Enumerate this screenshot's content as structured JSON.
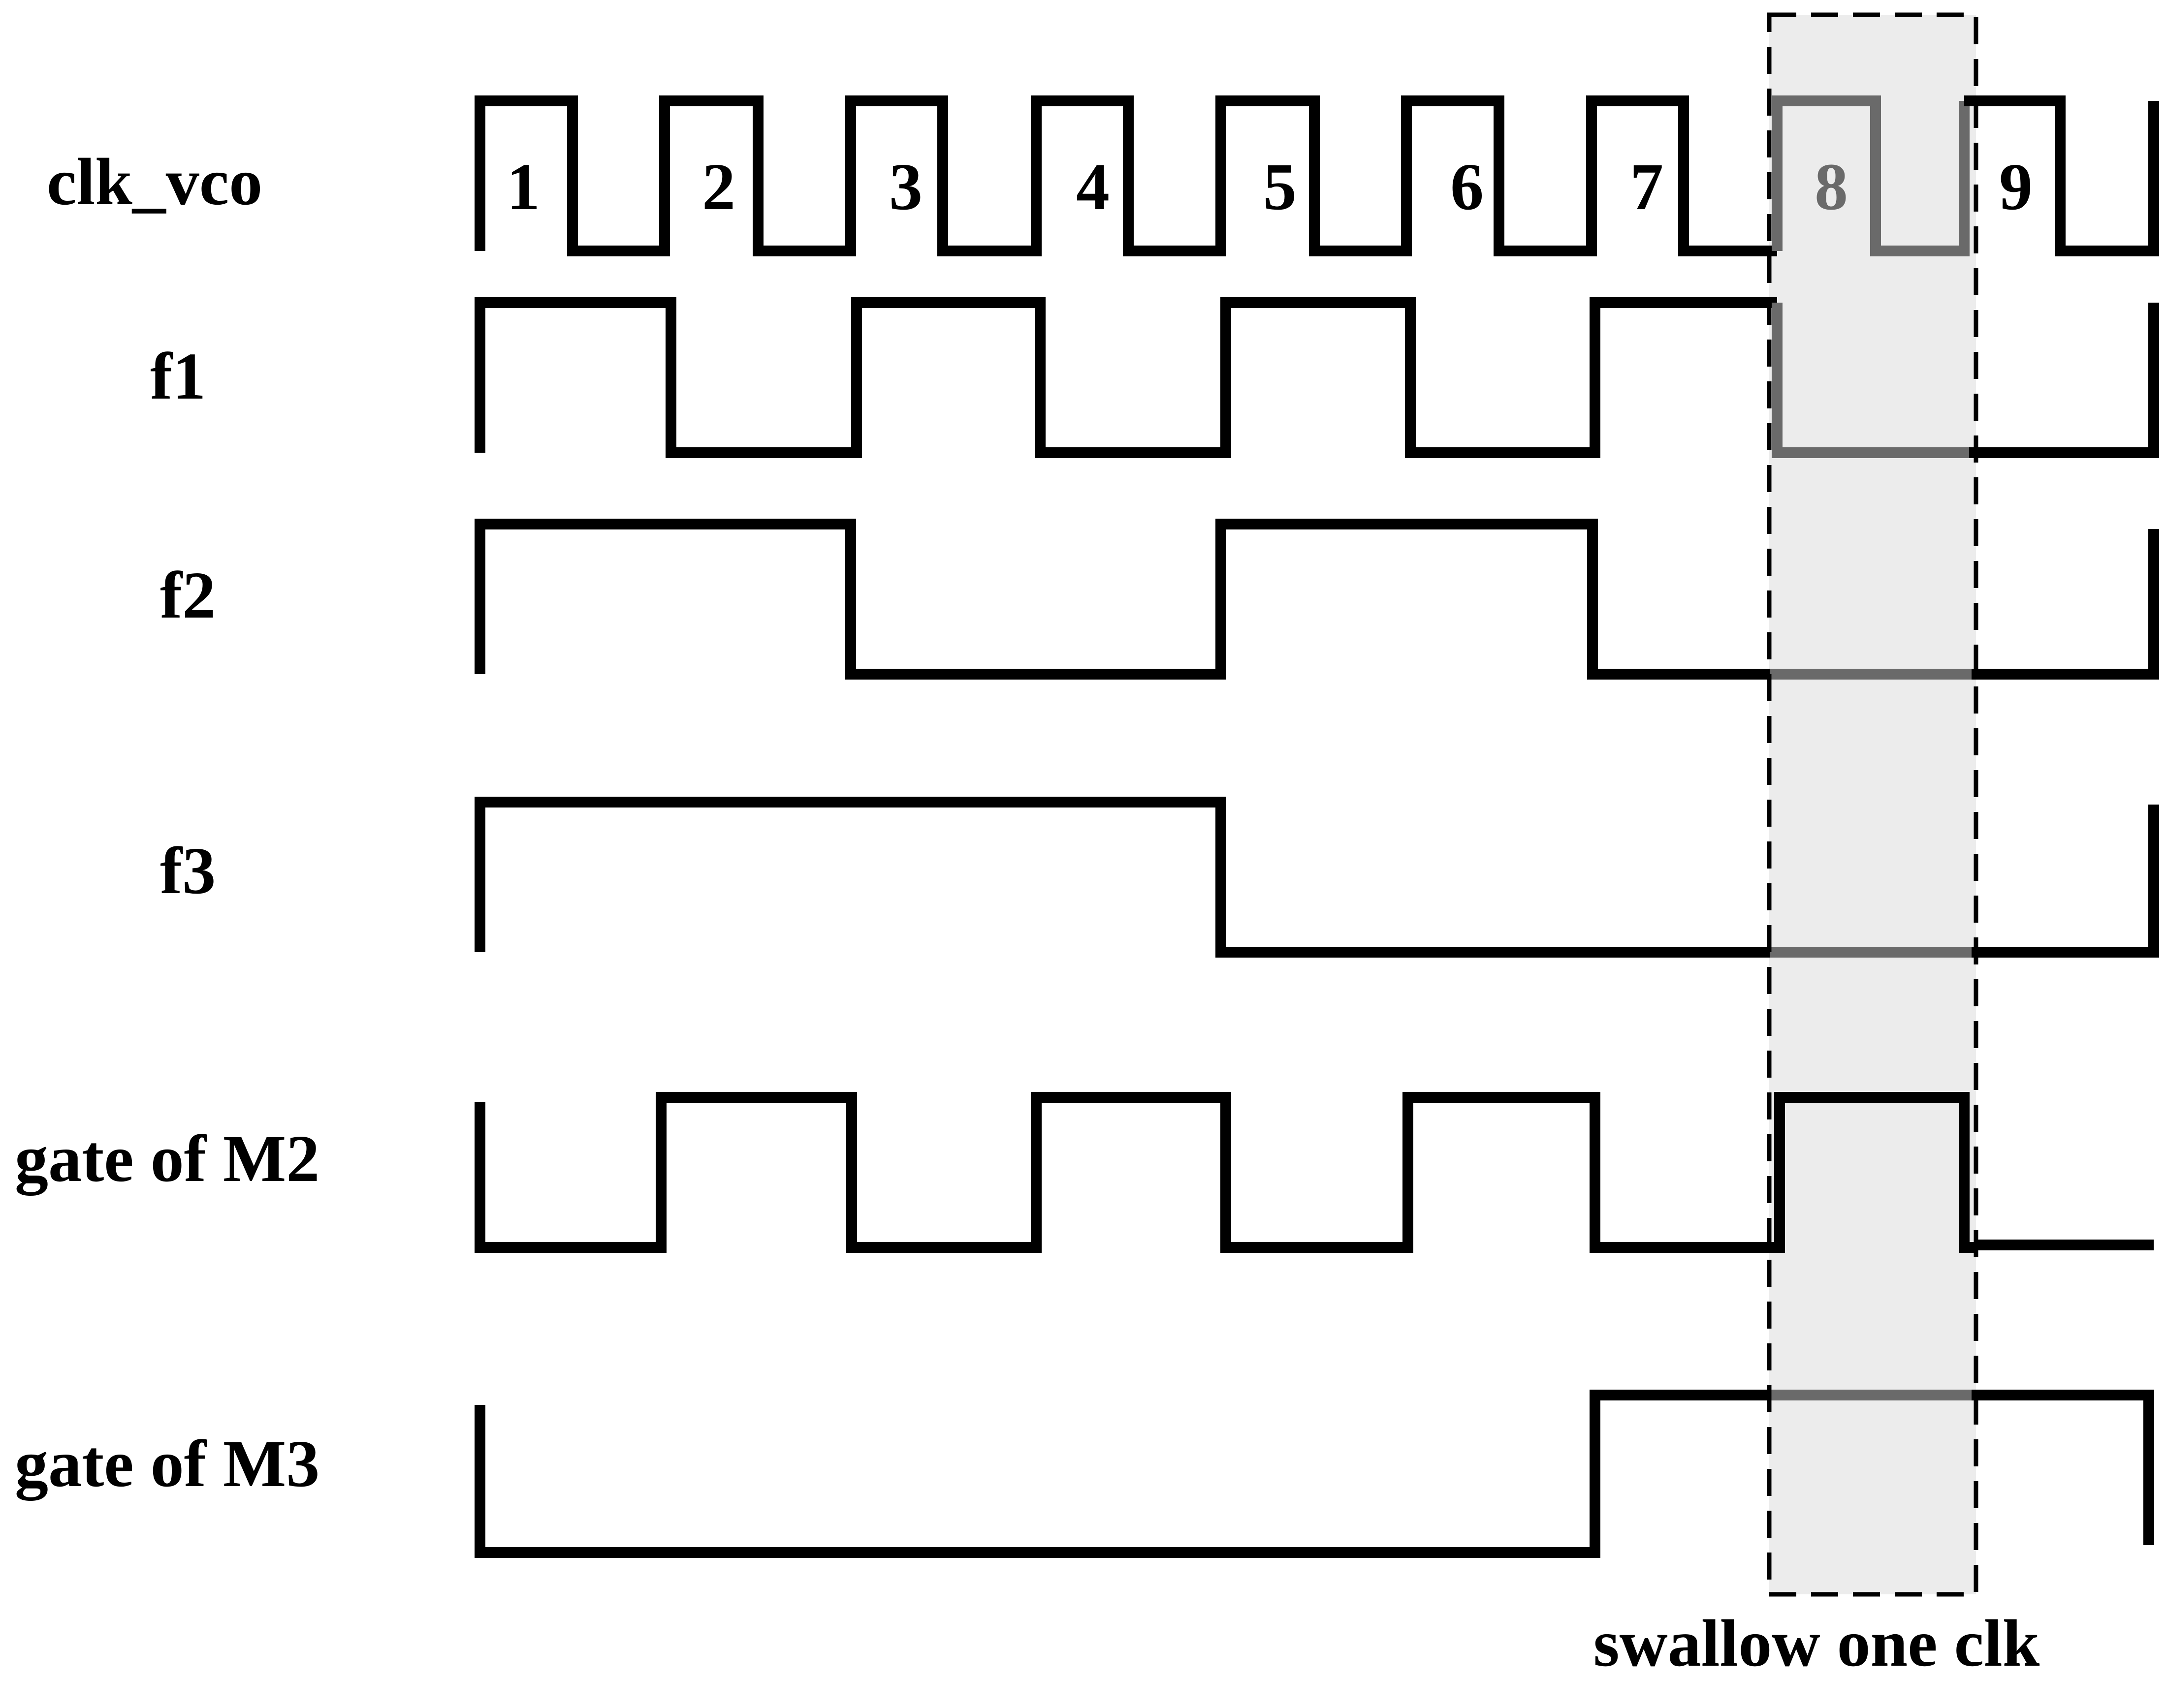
{
  "signals": [
    {
      "id": "clk_vco",
      "label": "clk_vco"
    },
    {
      "id": "f1",
      "label": "f1"
    },
    {
      "id": "f2",
      "label": "f2"
    },
    {
      "id": "f3",
      "label": "f3"
    },
    {
      "id": "gate_m2",
      "label": "gate of M2"
    },
    {
      "id": "gate_m3",
      "label": "gate of M3"
    }
  ],
  "cycle_numbers": [
    "1",
    "2",
    "3",
    "4",
    "5",
    "6",
    "7",
    "8",
    "9"
  ],
  "swallowed_cycle": "8",
  "caption": "swallow one clk",
  "colors": {
    "wave": "#000000",
    "swallowed_wave": "#6a6a6a",
    "highlight_fill": "#ececec"
  }
}
